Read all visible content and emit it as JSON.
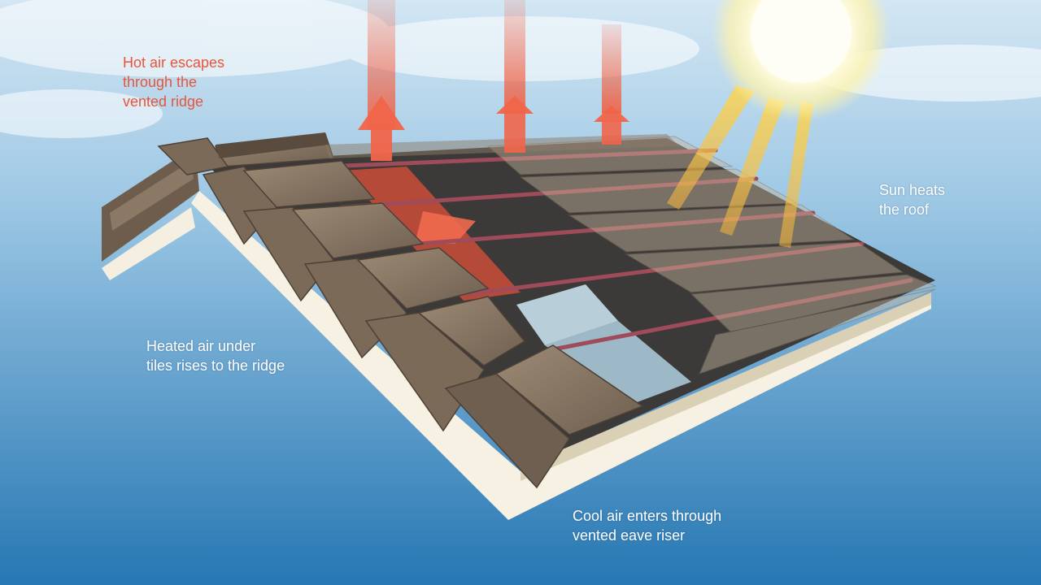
{
  "labels": {
    "hot_air": [
      "Hot air escapes",
      "through the",
      "vented ridge"
    ],
    "sun": [
      "Sun heats",
      "the roof"
    ],
    "heated_air": [
      "Heated air under",
      "tiles rises to the ridge"
    ],
    "cool_air": [
      "Cool air enters through",
      "vented eave riser"
    ]
  },
  "colors": {
    "sky_top": "#cfe3f2",
    "sky_bottom": "#2a7bb5",
    "hot_arrow": "#f0654a",
    "cool_arrow": "#bfe3f5",
    "tile": "#8d7a66",
    "tile_dark": "#5e4f41",
    "underlay": "#3a3a3a",
    "batten": "#a04b5a",
    "fascia": "#f6f1e2",
    "sun": "#fffbe0",
    "sun_ray": "#f2c94c"
  },
  "icons": {
    "sun": "sun-icon",
    "hot_arrow": "up-arrow-icon",
    "cool_arrow": "up-arrow-icon"
  }
}
